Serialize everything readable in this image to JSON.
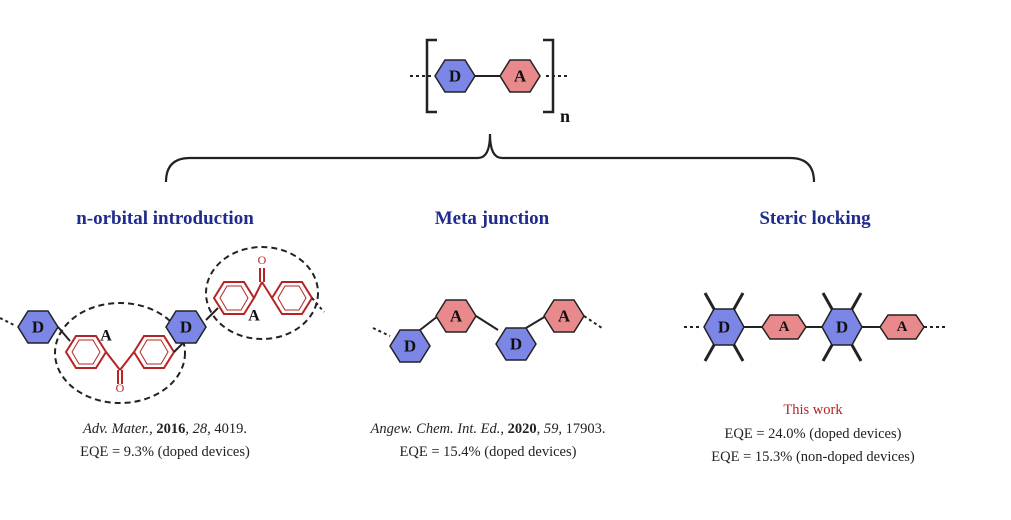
{
  "polymer": {
    "donor": "D",
    "acceptor": "A",
    "subscript": "n"
  },
  "colors": {
    "donor_fill": "#7b86e6",
    "acceptor_fill": "#e8898c",
    "heading": "#1f2b8f",
    "acceptor_bond": "#b42424",
    "this_work": "#b42424"
  },
  "strategies": [
    {
      "title": "n-orbital introduction",
      "ref_journal": "Adv. Mater.",
      "ref_year": "2016",
      "ref_volume": "28",
      "ref_page": "4019.",
      "eqe": [
        "EQE = 9.3% (doped devices)"
      ]
    },
    {
      "title": "Meta junction",
      "ref_journal": "Angew. Chem. Int. Ed.",
      "ref_year": "2020",
      "ref_volume": "59",
      "ref_page": "17903.",
      "eqe": [
        "EQE = 15.4% (doped devices)"
      ]
    },
    {
      "title": "Steric locking",
      "label": "This work",
      "eqe": [
        "EQE = 24.0% (doped devices)",
        "EQE = 15.3% (non-doped devices)"
      ]
    }
  ],
  "acceptor_label": "A",
  "carbonyl_oxygen": "O"
}
